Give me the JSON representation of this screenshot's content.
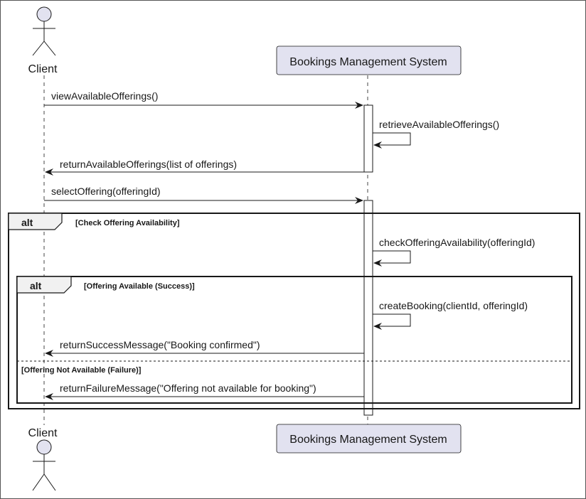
{
  "participants": {
    "client": {
      "label": "Client"
    },
    "system": {
      "label": "Bookings Management System"
    }
  },
  "messages": [
    {
      "label": "viewAvailableOfferings()",
      "from": "client",
      "to": "system",
      "type": "sync"
    },
    {
      "label": "retrieveAvailableOfferings()",
      "from": "system",
      "to": "system",
      "type": "self"
    },
    {
      "label": "returnAvailableOfferings(list of offerings)",
      "from": "system",
      "to": "client",
      "type": "return"
    },
    {
      "label": "selectOffering(offeringId)",
      "from": "client",
      "to": "system",
      "type": "sync"
    },
    {
      "label": "checkOfferingAvailability(offeringId)",
      "from": "system",
      "to": "system",
      "type": "self"
    },
    {
      "label": "createBooking(clientId, offeringId)",
      "from": "system",
      "to": "system",
      "type": "self"
    },
    {
      "label": "returnSuccessMessage(\"Booking confirmed\")",
      "from": "system",
      "to": "client",
      "type": "return"
    },
    {
      "label": "returnFailureMessage(\"Offering not available for booking\")",
      "from": "system",
      "to": "client",
      "type": "return"
    }
  ],
  "fragments": {
    "outer": {
      "keyword": "alt",
      "guard": "[Check Offering Availability]"
    },
    "inner": {
      "keyword": "alt",
      "guard": "[Offering Available (Success)]",
      "else_guard": "[Offering Not Available (Failure)]"
    }
  },
  "colors": {
    "participant_fill": "#E2E2F0",
    "line": "#181818",
    "activation_fill": "#FFFFFF"
  }
}
